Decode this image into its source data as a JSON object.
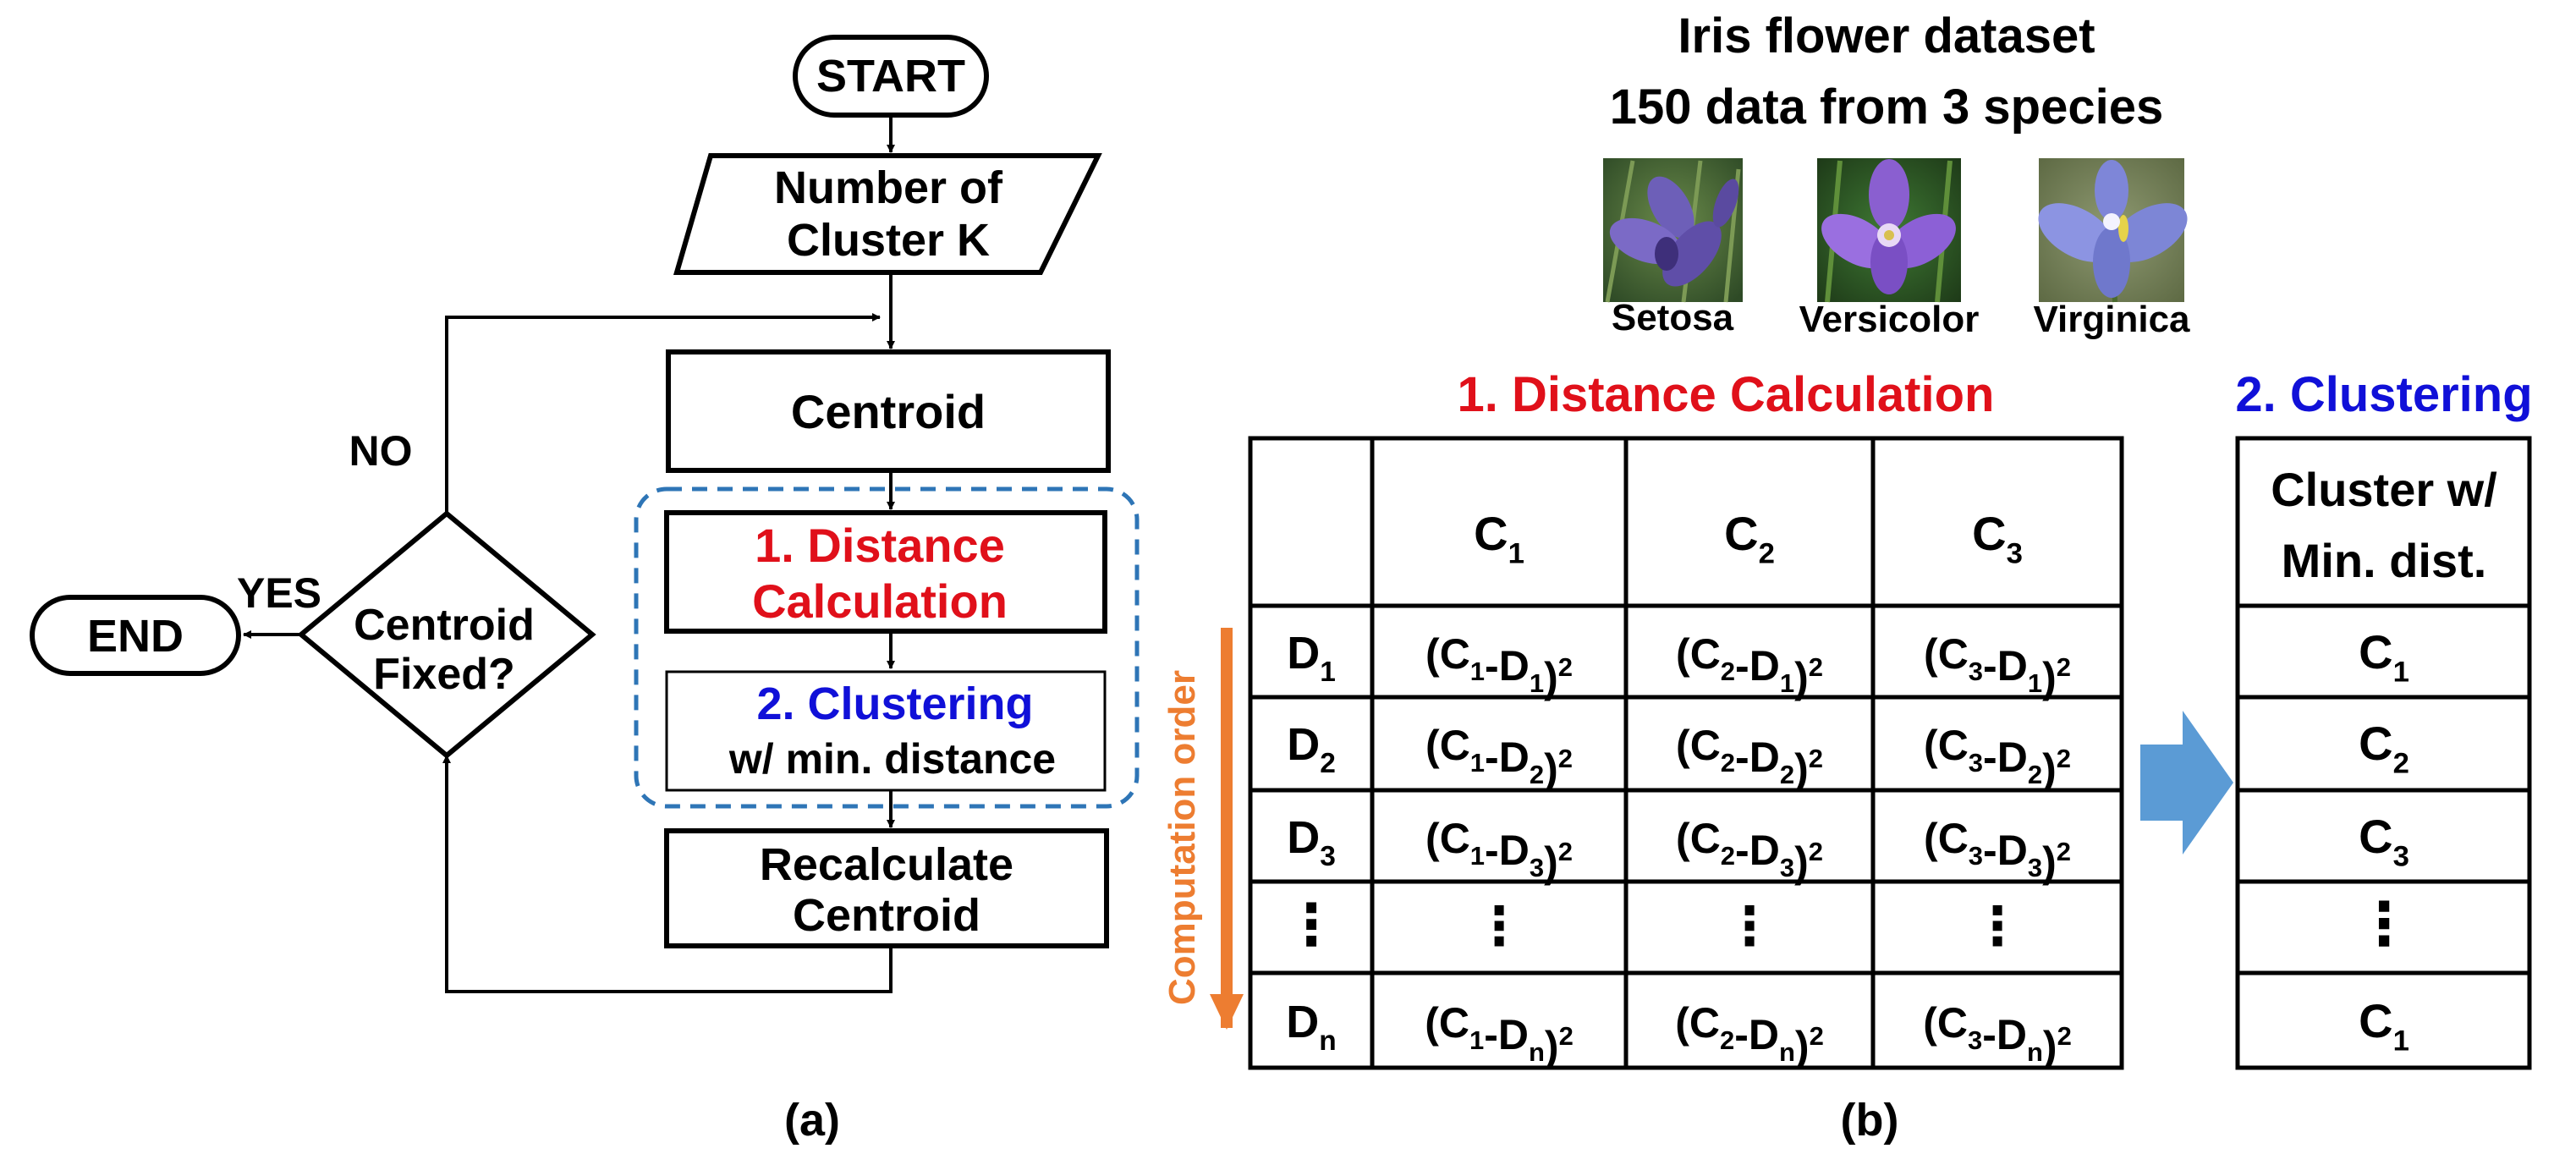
{
  "flowchart": {
    "start": "START",
    "input_line1": "Number of",
    "input_line2": "Cluster K",
    "centroid": "Centroid",
    "distance_line1": "1. Distance",
    "distance_line2": "Calculation",
    "clustering_line1": "2. Clustering",
    "clustering_line2": "w/ min. distance",
    "recalc_line1": "Recalculate",
    "recalc_line2": "Centroid",
    "decision_line1": "Centroid",
    "decision_line2": "Fixed?",
    "no_label": "NO",
    "yes_label": "YES",
    "end": "END",
    "caption": "(a)"
  },
  "dataset": {
    "title_line1": "Iris flower dataset",
    "title_line2": "150 data from 3 species",
    "species": [
      "Setosa",
      "Versicolor",
      "Virginica"
    ]
  },
  "distance_table": {
    "heading": "1. Distance Calculation",
    "axis_label": "Computation order",
    "columns": [
      "C1",
      "C2",
      "C3"
    ],
    "rows": [
      "D1",
      "D2",
      "D3",
      "⋮",
      "Dn"
    ],
    "cells": [
      [
        "(C1-D1)2",
        "(C2-D1)2",
        "(C3-D1)2"
      ],
      [
        "(C1-D2)2",
        "(C2-D2)2",
        "(C3-D2)2"
      ],
      [
        "(C1-D3)2",
        "(C2-D3)2",
        "(C3-D3)2"
      ],
      [
        "⋮",
        "⋮",
        "⋮"
      ],
      [
        "(C1-Dn)2",
        "(C2-Dn)2",
        "(C3-Dn)2"
      ]
    ]
  },
  "cluster_table": {
    "heading": "2. Clustering",
    "header_line1": "Cluster w/",
    "header_line2": "Min. dist.",
    "values": [
      "C1",
      "C2",
      "C3",
      "⋮",
      "C1"
    ]
  },
  "caption_b": "(b)",
  "colors": {
    "red": "#e0101a",
    "blue": "#1010d8",
    "orange": "#ed7d31",
    "dashed_box": "#2e75b6",
    "arrow_fill": "#5b9bd5"
  },
  "icons": [
    "flower-photo-setosa",
    "flower-photo-versicolor",
    "flower-photo-virginica",
    "right-arrow-icon"
  ]
}
